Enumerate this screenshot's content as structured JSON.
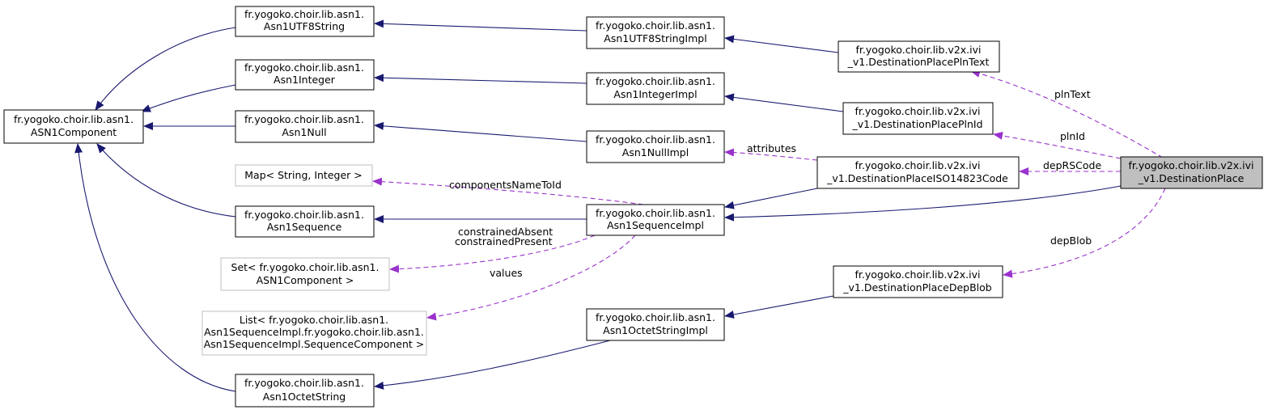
{
  "nodes": {
    "asn1component": [
      "fr.yogoko.choir.lib.asn1.",
      "ASN1Component"
    ],
    "utf8string": [
      "fr.yogoko.choir.lib.asn1.",
      "Asn1UTF8String"
    ],
    "integer": [
      "fr.yogoko.choir.lib.asn1.",
      "Asn1Integer"
    ],
    "null": [
      "fr.yogoko.choir.lib.asn1.",
      "Asn1Null"
    ],
    "map": [
      "Map< String, Integer >"
    ],
    "sequence": [
      "fr.yogoko.choir.lib.asn1.",
      "Asn1Sequence"
    ],
    "set": [
      "Set< fr.yogoko.choir.lib.asn1.",
      "ASN1Component >"
    ],
    "list": [
      "List< fr.yogoko.choir.lib.asn1.",
      "Asn1SequenceImpl.fr.yogoko.choir.lib.asn1.",
      "Asn1SequenceImpl.SequenceComponent >"
    ],
    "octetstring": [
      "fr.yogoko.choir.lib.asn1.",
      "Asn1OctetString"
    ],
    "utf8stringimpl": [
      "fr.yogoko.choir.lib.asn1.",
      "Asn1UTF8StringImpl"
    ],
    "integerimpl": [
      "fr.yogoko.choir.lib.asn1.",
      "Asn1IntegerImpl"
    ],
    "nullimpl": [
      "fr.yogoko.choir.lib.asn1.",
      "Asn1NullImpl"
    ],
    "sequenceimpl": [
      "fr.yogoko.choir.lib.asn1.",
      "Asn1SequenceImpl"
    ],
    "octetstringimpl": [
      "fr.yogoko.choir.lib.asn1.",
      "Asn1OctetStringImpl"
    ],
    "plntext": [
      "fr.yogoko.choir.lib.v2x.ivi",
      "_v1.DestinationPlacePlnText"
    ],
    "plnid": [
      "fr.yogoko.choir.lib.v2x.ivi",
      "_v1.DestinationPlacePlnId"
    ],
    "iso14823": [
      "fr.yogoko.choir.lib.v2x.ivi",
      "_v1.DestinationPlaceISO14823Code"
    ],
    "depblob": [
      "fr.yogoko.choir.lib.v2x.ivi",
      "_v1.DestinationPlaceDepBlob"
    ],
    "destinationplace": [
      "fr.yogoko.choir.lib.v2x.ivi",
      "_v1.DestinationPlace"
    ]
  },
  "edge_labels": {
    "plntext": "plnText",
    "plnid": "plnId",
    "deprscode": "depRSCode",
    "depblob": "depBlob",
    "attributes": "attributes",
    "componentsnametoid": "componentsNameToId",
    "constrained_absent": "constrainedAbsent",
    "constrained_present": "constrainedPresent",
    "values": "values"
  },
  "colors": {
    "inheritance": "#191970",
    "usage": "#9a32cd",
    "focus_fill": "#bfbfbf",
    "external_border": "#bfbfbf"
  }
}
